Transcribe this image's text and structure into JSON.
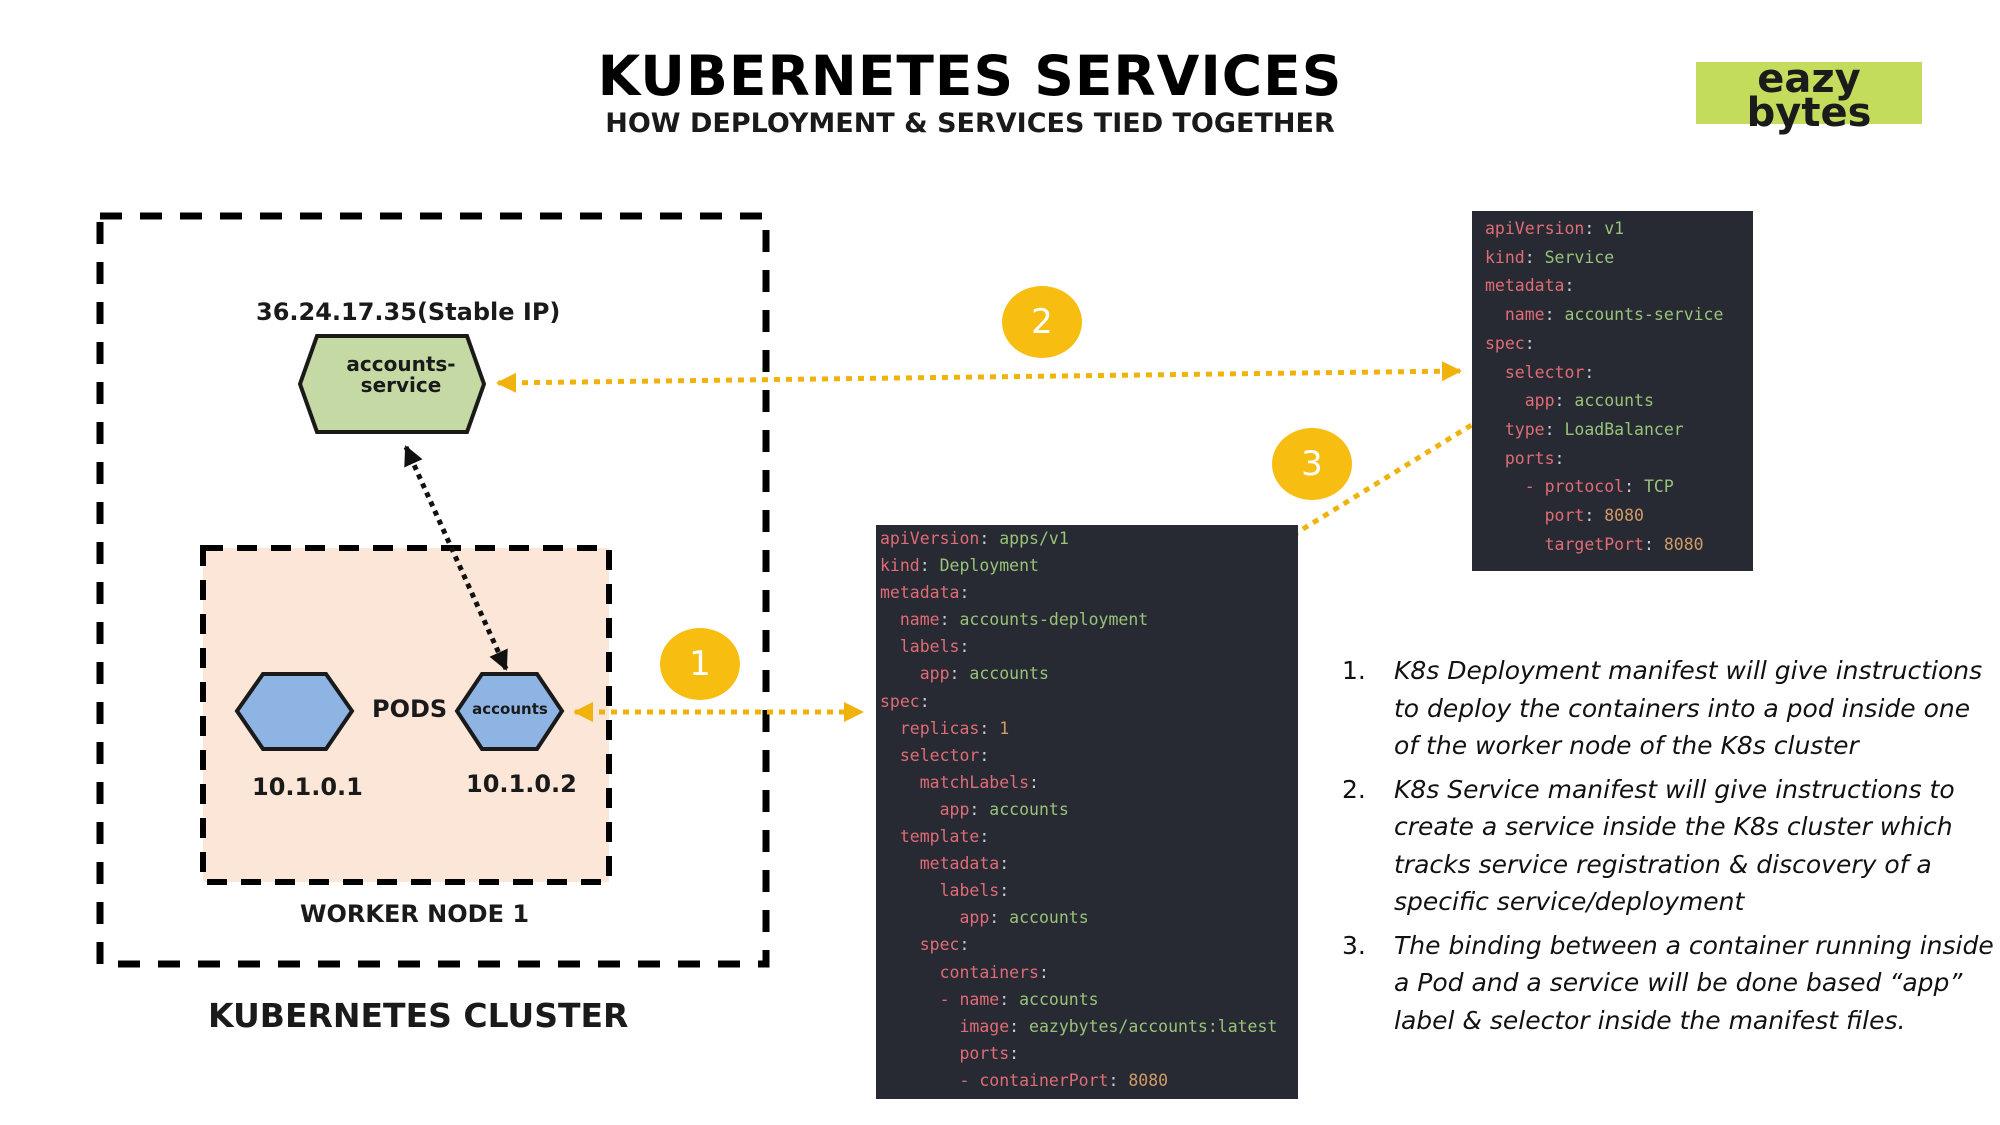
{
  "header": {
    "title": "KUBERNETES SERVICES",
    "subtitle": "HOW DEPLOYMENT & SERVICES TIED TOGETHER",
    "logo_line1": "eazy",
    "logo_line2": "bytes"
  },
  "diagram": {
    "stable_ip_label": "36.24.17.35(Stable IP)",
    "service_label": "accounts-\nservice",
    "pods_label": "PODS",
    "pod2_label": "accounts",
    "pod1_ip": "10.1.0.1",
    "pod2_ip": "10.1.0.2",
    "worker_node_label": "WORKER NODE 1",
    "cluster_label": "KUBERNETES CLUSTER",
    "badges": [
      "1",
      "2",
      "3"
    ]
  },
  "colors": {
    "service_fill": "#c5d9a4",
    "pod_fill": "#8db4e3",
    "worker_fill": "#fbe6d8",
    "arrow": "#f0b30d",
    "code_bg": "#272a33"
  },
  "service_manifest": [
    [
      "apiVersion",
      ": ",
      "v1"
    ],
    [
      "kind",
      ": ",
      "Service"
    ],
    [
      "metadata",
      ":",
      ""
    ],
    [
      "  name",
      ": ",
      "accounts-service"
    ],
    [
      "spec",
      ":",
      ""
    ],
    [
      "  selector",
      ":",
      ""
    ],
    [
      "    app",
      ": ",
      "accounts"
    ],
    [
      "  type",
      ": ",
      "LoadBalancer"
    ],
    [
      "  ports",
      ":",
      ""
    ],
    [
      "    - protocol",
      ": ",
      "TCP"
    ],
    [
      "      port",
      ": ",
      "8080"
    ],
    [
      "      targetPort",
      ": ",
      "8080"
    ]
  ],
  "deployment_manifest": [
    [
      "apiVersion",
      ": ",
      "apps/v1"
    ],
    [
      "kind",
      ": ",
      "Deployment"
    ],
    [
      "metadata",
      ":",
      ""
    ],
    [
      "  name",
      ": ",
      "accounts-deployment"
    ],
    [
      "  labels",
      ":",
      ""
    ],
    [
      "    app",
      ": ",
      "accounts"
    ],
    [
      "spec",
      ":",
      ""
    ],
    [
      "  replicas",
      ": ",
      "1"
    ],
    [
      "  selector",
      ":",
      ""
    ],
    [
      "    matchLabels",
      ":",
      ""
    ],
    [
      "      app",
      ": ",
      "accounts"
    ],
    [
      "  template",
      ":",
      ""
    ],
    [
      "    metadata",
      ":",
      ""
    ],
    [
      "      labels",
      ":",
      ""
    ],
    [
      "        app",
      ": ",
      "accounts"
    ],
    [
      "    spec",
      ":",
      ""
    ],
    [
      "      containers",
      ":",
      ""
    ],
    [
      "      - name",
      ": ",
      "accounts"
    ],
    [
      "        image",
      ": ",
      "eazybytes/accounts:latest"
    ],
    [
      "        ports",
      ":",
      ""
    ],
    [
      "        - containerPort",
      ": ",
      "8080"
    ]
  ],
  "notes": [
    {
      "num": "1.",
      "text": "K8s Deployment manifest will give instructions to deploy the containers into a pod inside one of the worker node of the K8s cluster"
    },
    {
      "num": "2.",
      "text": "K8s Service manifest will give instructions to create a service inside the K8s cluster which tracks service registration & discovery of a specific service/deployment"
    },
    {
      "num": "3.",
      "text": "The binding between a container running inside a Pod and a service will be done based “app” label & selector inside the manifest files."
    }
  ]
}
